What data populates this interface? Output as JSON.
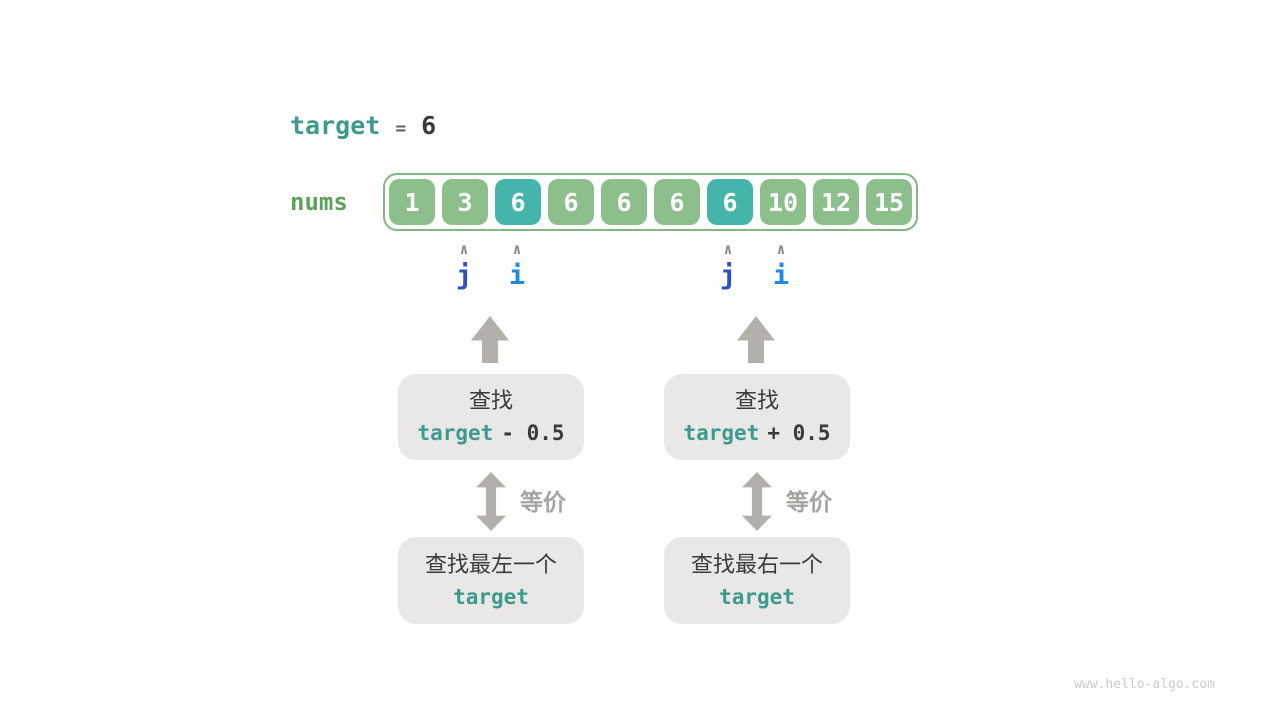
{
  "colors": {
    "background": "#ffffff",
    "teal_text": "#3d9a8e",
    "green_label": "#5ba25b",
    "dark_text": "#3b3b3b",
    "muted_equals": "#666666",
    "cell_green": "#8cbf8c",
    "cell_border_green": "#82b982",
    "cell_teal": "#45b5ab",
    "cell_text": "#ffffff",
    "arrow_gray": "#b3b0ac",
    "box_gray": "#e9e8e6",
    "equiv_gray": "#a6a4a0",
    "caret_gray": "#8c8c8c",
    "pointer_j_blue": "#2e4ecf",
    "pointer_i_blue": "#1e88e5",
    "watermark_gray": "#cbcbcb"
  },
  "header": {
    "var": "target",
    "eq": "=",
    "val": "6"
  },
  "nums": {
    "label": "nums",
    "cells": [
      {
        "value": "1",
        "highlighted": false
      },
      {
        "value": "3",
        "highlighted": false
      },
      {
        "value": "6",
        "highlighted": true
      },
      {
        "value": "6",
        "highlighted": false
      },
      {
        "value": "6",
        "highlighted": false
      },
      {
        "value": "6",
        "highlighted": false
      },
      {
        "value": "6",
        "highlighted": true
      },
      {
        "value": "10",
        "highlighted": false
      },
      {
        "value": "12",
        "highlighted": false
      },
      {
        "value": "15",
        "highlighted": false
      }
    ]
  },
  "pointers": {
    "caret_glyph": "∧",
    "left": {
      "j": "j",
      "i": "i"
    },
    "right": {
      "j": "j",
      "i": "i"
    }
  },
  "flow": {
    "left": {
      "search_title": "查找",
      "search_var": "target",
      "search_op": "- 0.5",
      "equiv_label": "等价",
      "result_title": "查找最左一个",
      "result_var": "target"
    },
    "right": {
      "search_title": "查找",
      "search_var": "target",
      "search_op": "+ 0.5",
      "equiv_label": "等价",
      "result_title": "查找最右一个",
      "result_var": "target"
    }
  },
  "footer": {
    "watermark": "www.hello-algo.com"
  }
}
